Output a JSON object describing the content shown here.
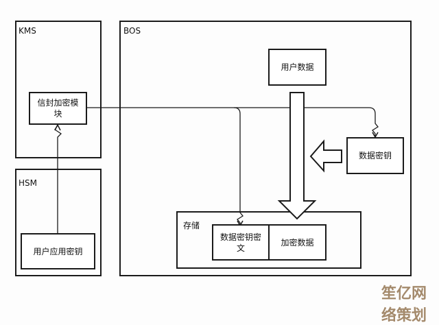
{
  "containers": {
    "kms": "KMS",
    "hsm": "HSM",
    "bos": "BOS",
    "storage": "存储"
  },
  "nodes": {
    "envelope_module": "信封加密模块",
    "user_app_key": "用户应用密钥",
    "user_data": "用户数据",
    "data_key": "数据密钥",
    "data_key_ciphertext": "数据密钥密文",
    "encrypted_data": "加密数据"
  },
  "watermark": "笙亿网络策划",
  "colors": {
    "stroke": "#1a1a1a",
    "background": "#fdfdfd",
    "watermark": "#a48a6c"
  }
}
